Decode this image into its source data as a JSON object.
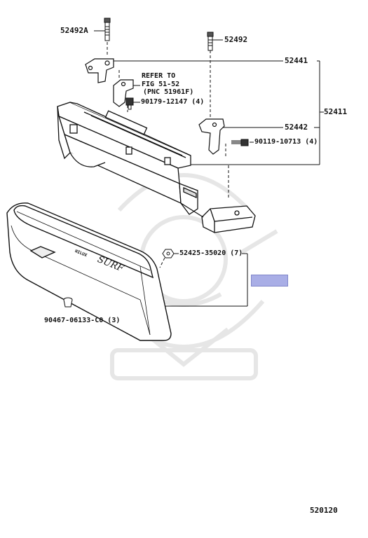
{
  "diagram": {
    "labels": {
      "stud_upper_left": "52492A",
      "stud_upper_right": "52492",
      "bracket_left": "52441",
      "assembly": "52411",
      "refer_line1": "REFER TO",
      "refer_line2": "FIG 51-52",
      "refer_line3": "(PNC 51961F)",
      "bolt_left": "90179-12147 (4)",
      "bracket_right": "52442",
      "bolt_right": "90119-10713 (4)",
      "nut": "52425-35020 (7)",
      "clip": "90467-06133-C0 (3)",
      "bumper_text_small": "HILUX",
      "bumper_text_large": "SURF",
      "figure_number": "520120"
    },
    "colors": {
      "line": "#111111",
      "watermark": "#e6e6e6",
      "callout_box": "#a9aee6"
    }
  }
}
